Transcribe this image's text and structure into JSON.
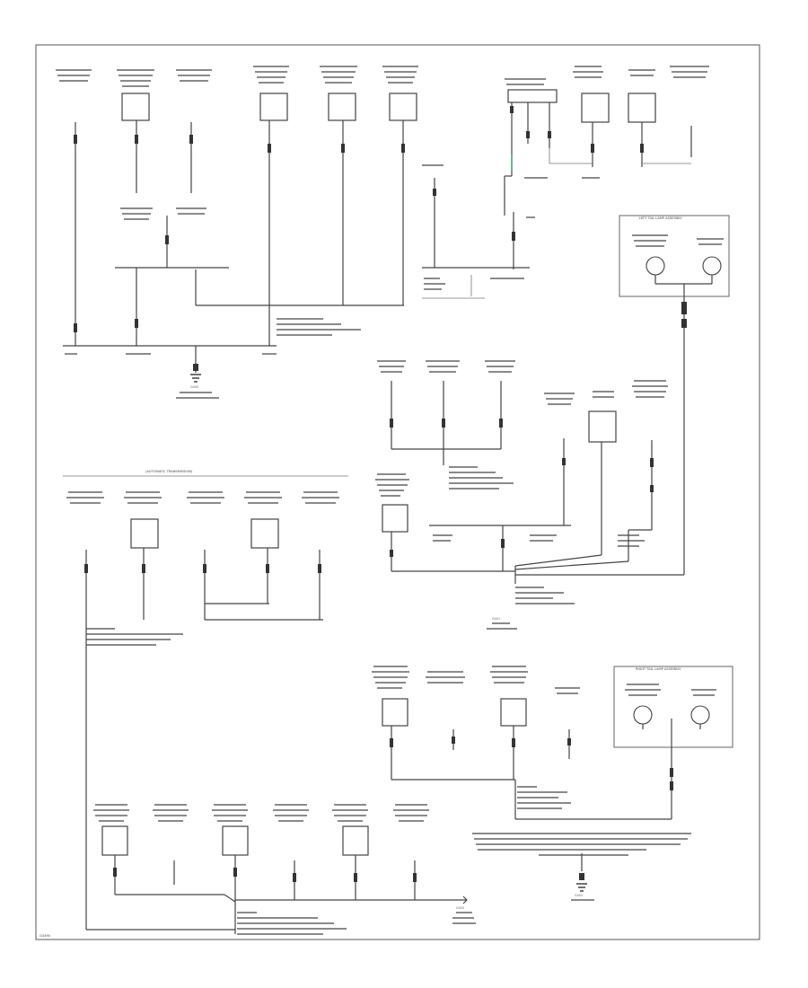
{
  "diagram": {
    "page_label": "G3490",
    "sections": {
      "left_tail_lamp": "LEFT TAIL LAMP ASSEMBLY",
      "right_tail_lamp": "RIGHT TAIL LAMP ASSEMBLY",
      "automatic_transmission": "(AUTOMATIC TRANSMISSION)"
    },
    "grounds": {
      "g400": "G400",
      "g401": "G401",
      "g402": "G402",
      "g403": "G403"
    }
  }
}
